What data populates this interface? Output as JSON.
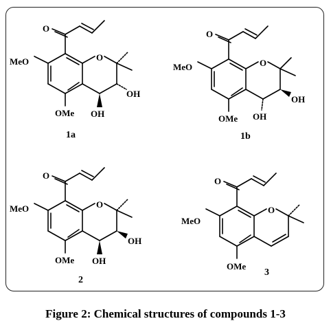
{
  "caption": "Figure 2: Chemical structures of compounds 1-3",
  "compounds": [
    {
      "label": "1a",
      "atoms": {
        "ome_left": "MeO",
        "ome_bottom": "OMe",
        "o_ring": "O",
        "o_ketone": "O",
        "oh_c3": "OH",
        "oh_c4": "OH"
      }
    },
    {
      "label": "1b",
      "atoms": {
        "ome_left": "MeO",
        "ome_bottom": "OMe",
        "o_ring": "O",
        "o_ketone": "O",
        "oh_c3": "OH",
        "oh_c4": "OH"
      }
    },
    {
      "label": "2",
      "atoms": {
        "ome_left": "MeO",
        "ome_bottom": "OMe",
        "o_ring": "O",
        "o_ketone": "O",
        "oh_c3": "OH",
        "oh_c4": "OH"
      }
    },
    {
      "label": "3",
      "atoms": {
        "ome_left": "MeO",
        "ome_bottom": "OMe",
        "o_ring": "O",
        "o_ketone": "O"
      }
    }
  ]
}
